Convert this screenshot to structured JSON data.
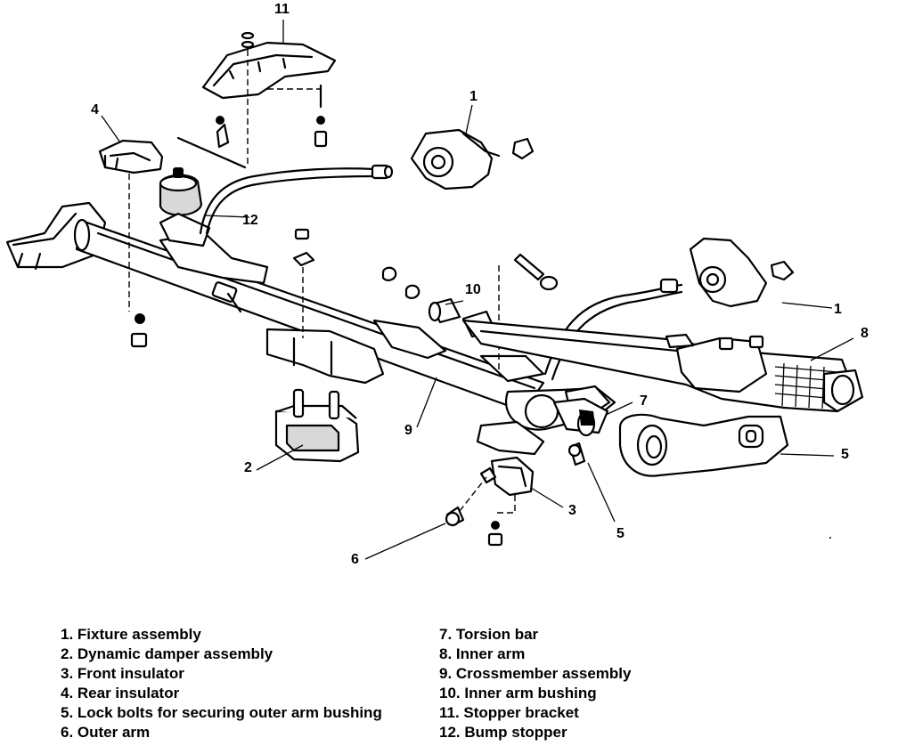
{
  "callouts": {
    "c1a": "1",
    "c1b": "1",
    "c2": "2",
    "c3": "3",
    "c4": "4",
    "c5a": "5",
    "c5b": "5",
    "c6": "6",
    "c7": "7",
    "c8": "8",
    "c9": "9",
    "c10": "10",
    "c11": "11",
    "c12": "12"
  },
  "legend": {
    "left": [
      "1. Fixture assembly",
      "2. Dynamic damper assembly",
      "3. Front insulator",
      "4. Rear insulator",
      "5. Lock bolts for securing outer arm bushing",
      "6. Outer arm"
    ],
    "right": [
      "7. Torsion bar",
      "8. Inner arm",
      "9. Crossmember assembly",
      "10. Inner arm bushing",
      "11. Stopper bracket",
      "12. Bump stopper"
    ]
  }
}
